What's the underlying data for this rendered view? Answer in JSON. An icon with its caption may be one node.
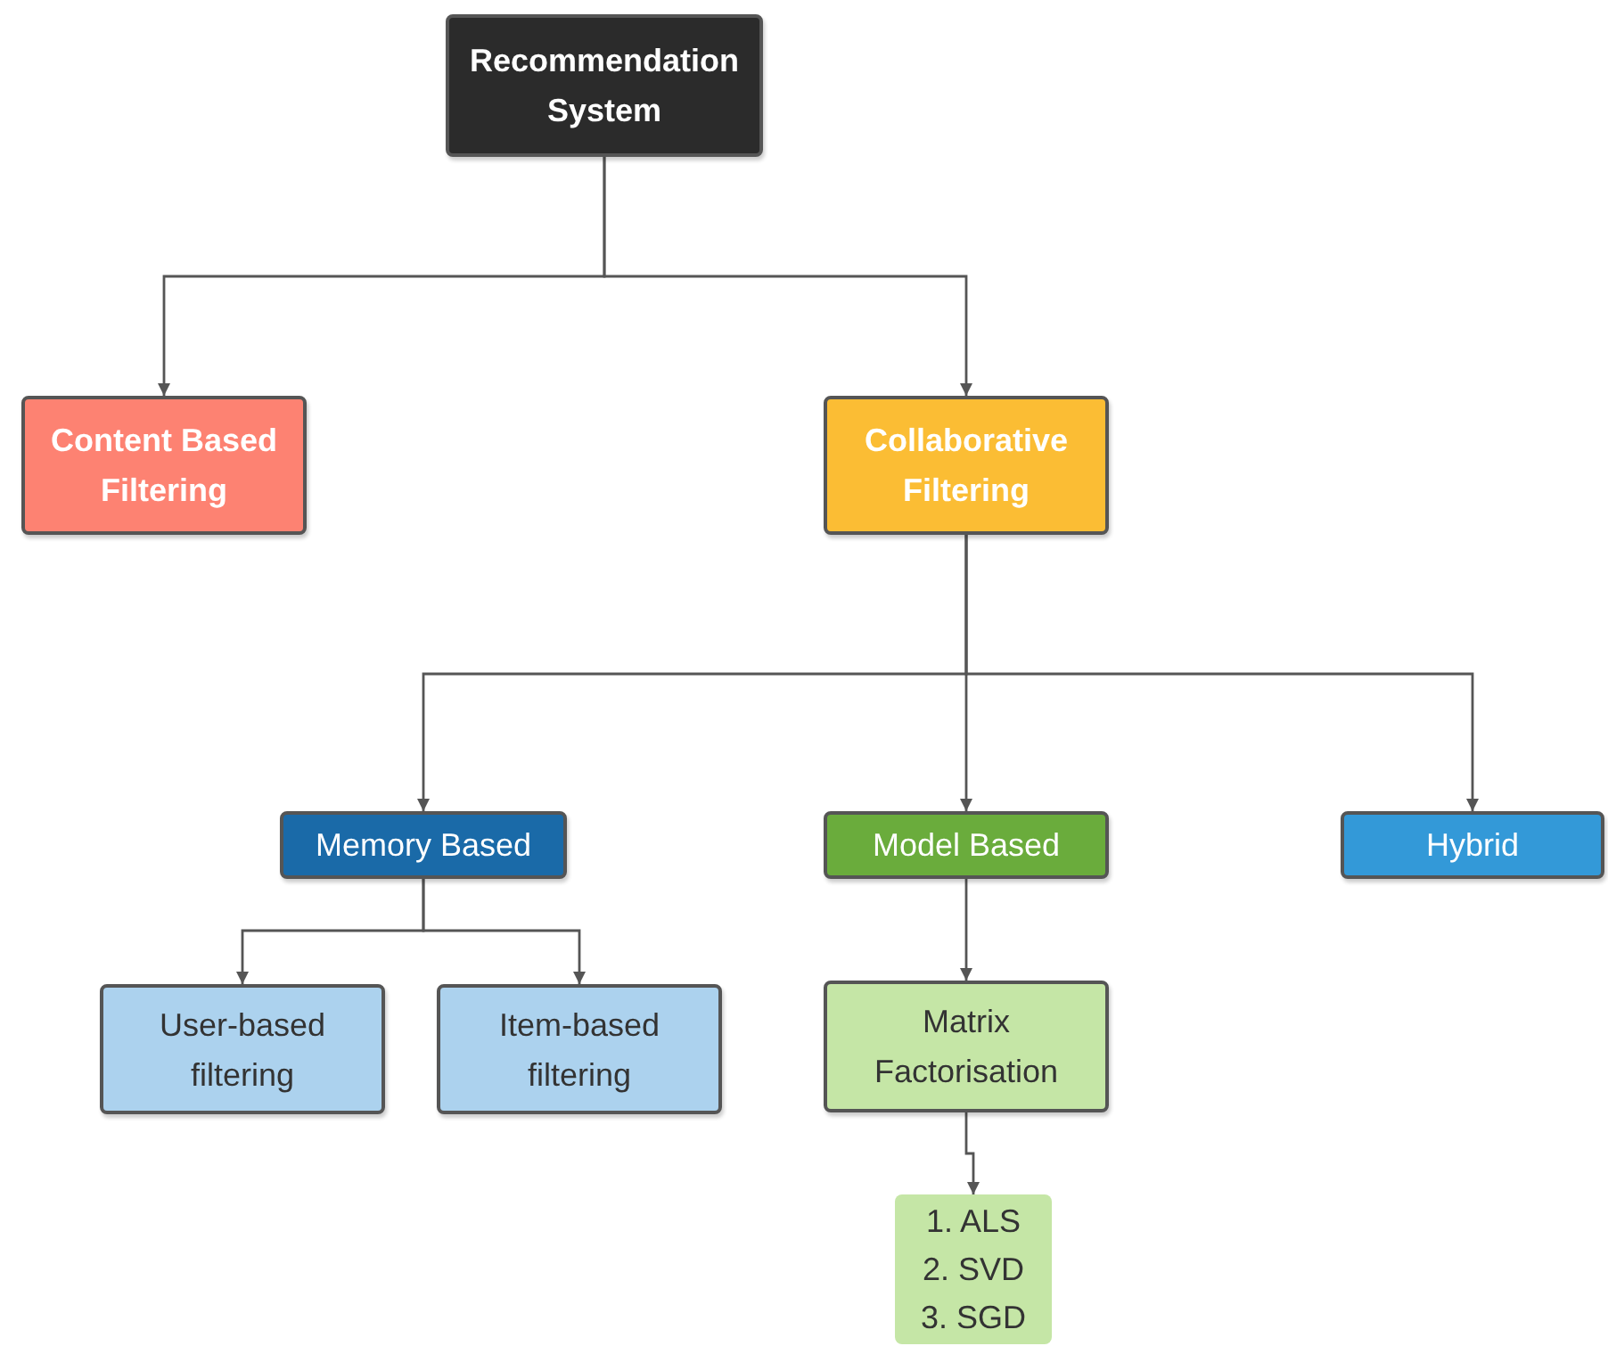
{
  "diagram": {
    "nodes": [
      {
        "text": [
          "Recommendation System"
        ]
      },
      {
        "text": [
          "Content Based Filtering"
        ]
      },
      {
        "text": [
          "Collaborative Filtering"
        ]
      },
      {
        "text": [
          "Memory Based"
        ]
      },
      {
        "text": [
          "Model Based"
        ]
      },
      {
        "text": [
          "Hybrid"
        ]
      },
      {
        "text": [
          "User-based filtering"
        ]
      },
      {
        "text": [
          "Item-based filtering"
        ]
      },
      {
        "text": [
          "Matrix Factorisation"
        ]
      },
      {
        "text": [
          "1. ALS",
          "2. SVD",
          "3. SGD"
        ]
      }
    ],
    "edges": [
      {
        "from": 0,
        "to": 1,
        "arrow": "to"
      },
      {
        "from": 0,
        "to": 2,
        "arrow": "to"
      },
      {
        "from": 2,
        "to": 3,
        "arrow": "to"
      },
      {
        "from": 2,
        "to": 4,
        "arrow": "to"
      },
      {
        "from": 2,
        "to": 5,
        "arrow": "to"
      },
      {
        "from": 3,
        "to": 6,
        "arrow": "to"
      },
      {
        "from": 3,
        "to": 7,
        "arrow": "to"
      },
      {
        "from": 4,
        "to": 8,
        "arrow": "to"
      },
      {
        "from": 8,
        "to": 9,
        "arrow": "to"
      }
    ]
  }
}
